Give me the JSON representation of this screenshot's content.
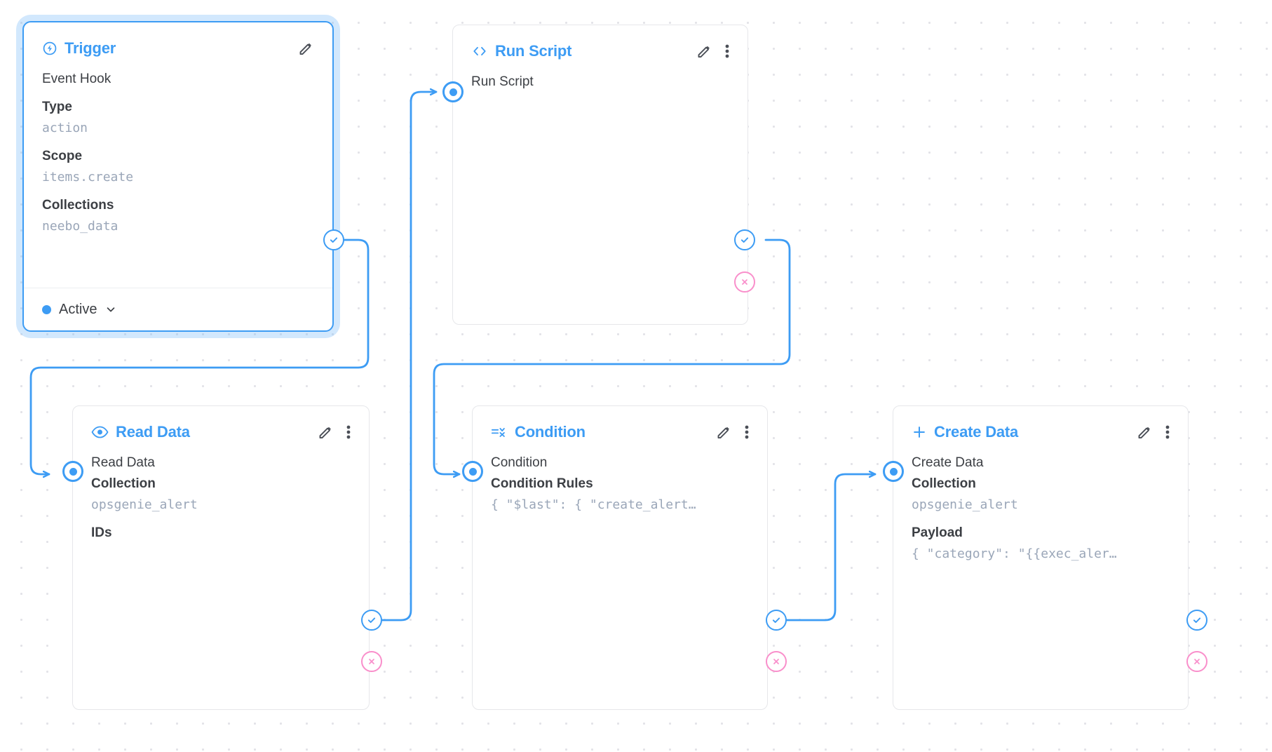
{
  "canvas": {
    "background_color": "#ffffff",
    "grid_dot_color": "#e3e3e8",
    "accent_color": "#3d9cf4",
    "error_color": "#f98fcb",
    "mono_value_color": "#9aa6b8"
  },
  "nodes": [
    {
      "id": "trigger",
      "icon": "lightning-circle-icon",
      "title": "Trigger",
      "selected": true,
      "rows": [
        {
          "label": "Event Hook",
          "bold": false
        },
        {
          "label": "Type",
          "bold": true,
          "value": "action"
        },
        {
          "label": "Scope",
          "bold": true,
          "value": "items.create"
        },
        {
          "label": "Collections",
          "bold": true,
          "value": "neebo_data"
        }
      ],
      "footer": {
        "status": "Active",
        "dot_color": "#3d9cf4",
        "chevron": "chevron-down-icon"
      },
      "actions": [
        "edit-icon"
      ],
      "ports": {
        "success": true,
        "error": false,
        "input": false
      }
    },
    {
      "id": "run-script",
      "icon": "code-brackets-icon",
      "title": "Run Script",
      "selected": false,
      "inline_label": "Run Script",
      "rows": [],
      "actions": [
        "edit-icon",
        "more-options-icon"
      ],
      "ports": {
        "success": true,
        "error": true,
        "input": true
      }
    },
    {
      "id": "read-data",
      "icon": "eye-icon",
      "title": "Read Data",
      "selected": false,
      "inline_label": "Read Data",
      "rows": [
        {
          "label": "Collection",
          "bold": true,
          "value": "opsgenie_alert"
        },
        {
          "label": "IDs",
          "bold": true
        }
      ],
      "actions": [
        "edit-icon",
        "more-options-icon"
      ],
      "ports": {
        "success": true,
        "error": true,
        "input": true
      }
    },
    {
      "id": "condition",
      "icon": "filter-condition-icon",
      "title": "Condition",
      "selected": false,
      "inline_label": "Condition",
      "rows": [
        {
          "label": "Condition Rules",
          "bold": true,
          "value": "{ \"$last\": { \"create_alert…"
        }
      ],
      "actions": [
        "edit-icon",
        "more-options-icon"
      ],
      "ports": {
        "success": true,
        "error": true,
        "input": true
      }
    },
    {
      "id": "create-data",
      "icon": "plus-icon",
      "title": "Create Data",
      "selected": false,
      "inline_label": "Create Data",
      "rows": [
        {
          "label": "Collection",
          "bold": true,
          "value": "opsgenie_alert"
        },
        {
          "label": "Payload",
          "bold": true,
          "value": "{ \"category\": \"{{exec_aler…"
        }
      ],
      "actions": [
        "edit-icon",
        "more-options-icon"
      ],
      "ports": {
        "success": true,
        "error": true,
        "input": true
      }
    }
  ]
}
